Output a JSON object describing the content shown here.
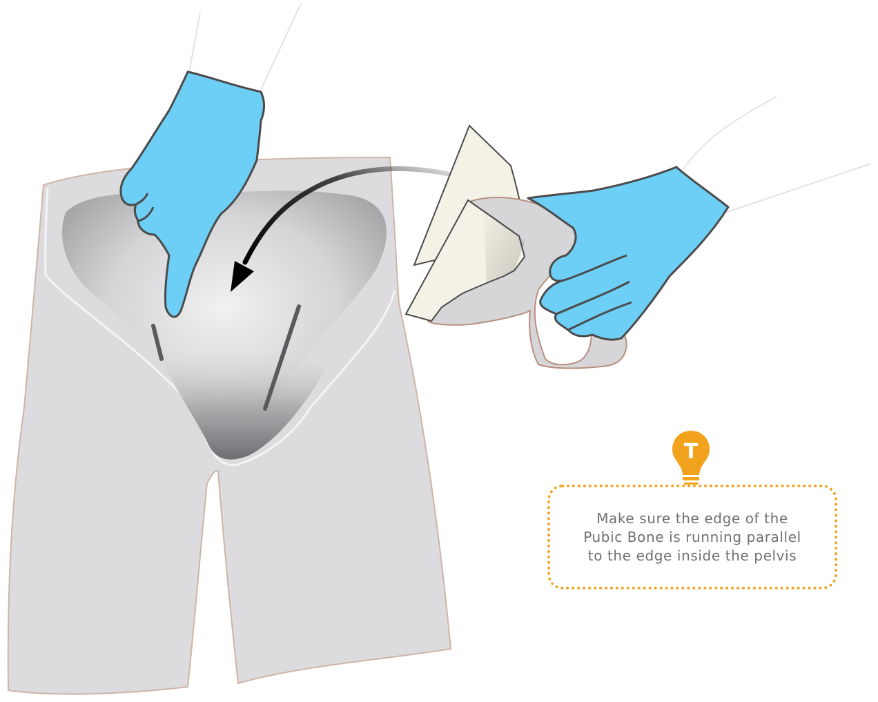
{
  "tip": {
    "icon": "lightbulb-tip-icon",
    "icon_letter": "T",
    "lines": [
      "Make sure the edge of the",
      "Pubic Bone is running parallel",
      "to the edge inside the pelvis"
    ]
  },
  "colors": {
    "glove": "#6ecff6",
    "glove_outline": "#4a4a4a",
    "body": "#dcdcde",
    "body_outline": "#c9a89d",
    "paper": "#f4f2e6",
    "bone": "#d6d6d8",
    "bone_outline": "#b98f80",
    "accent": "#f2a21d",
    "text": "#6f6f6f"
  }
}
